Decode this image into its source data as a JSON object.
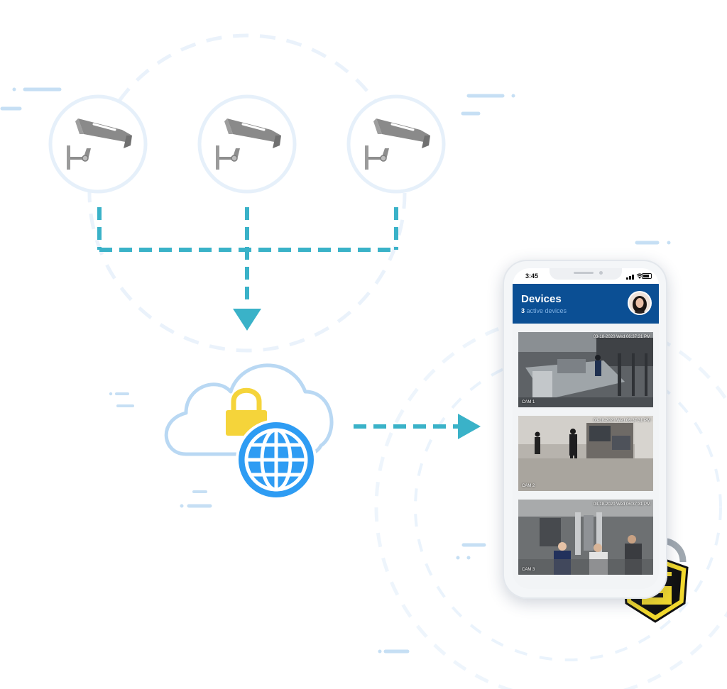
{
  "diagram": {
    "cameras": [
      {
        "icon": "security-camera-icon"
      },
      {
        "icon": "security-camera-icon"
      },
      {
        "icon": "security-camera-icon"
      }
    ],
    "cloud": {
      "icon": "cloud-icon",
      "lock_icon": "padlock-icon",
      "globe_icon": "globe-icon"
    },
    "colors": {
      "connector": "#3ab2c8",
      "circle_outline": "#e6f0fa",
      "cloud_outline": "#b9d8f3",
      "lock": "#f5d43a",
      "globe": "#2e9cf3",
      "camera": "#8a8a8a"
    }
  },
  "phone": {
    "status_time": "3:45",
    "header": {
      "title": "Devices",
      "count": "3",
      "subtitle_suffix": " active devices",
      "color": "#0b4f94"
    },
    "feeds": [
      {
        "timestamp": "03-18-2020 Wed 06:37:31 PM",
        "label": "CAM 1"
      },
      {
        "timestamp": "03-18-2020 Wed 06:37:31 PM",
        "label": "CAM 2"
      },
      {
        "timestamp": "03-18-2020 Wed 06:37:31 PM",
        "label": "CAM 3"
      }
    ]
  },
  "brand": {
    "logo_letter": "G",
    "colors": {
      "shield_fill": "#f1d82e",
      "shield_border": "#111111"
    }
  }
}
